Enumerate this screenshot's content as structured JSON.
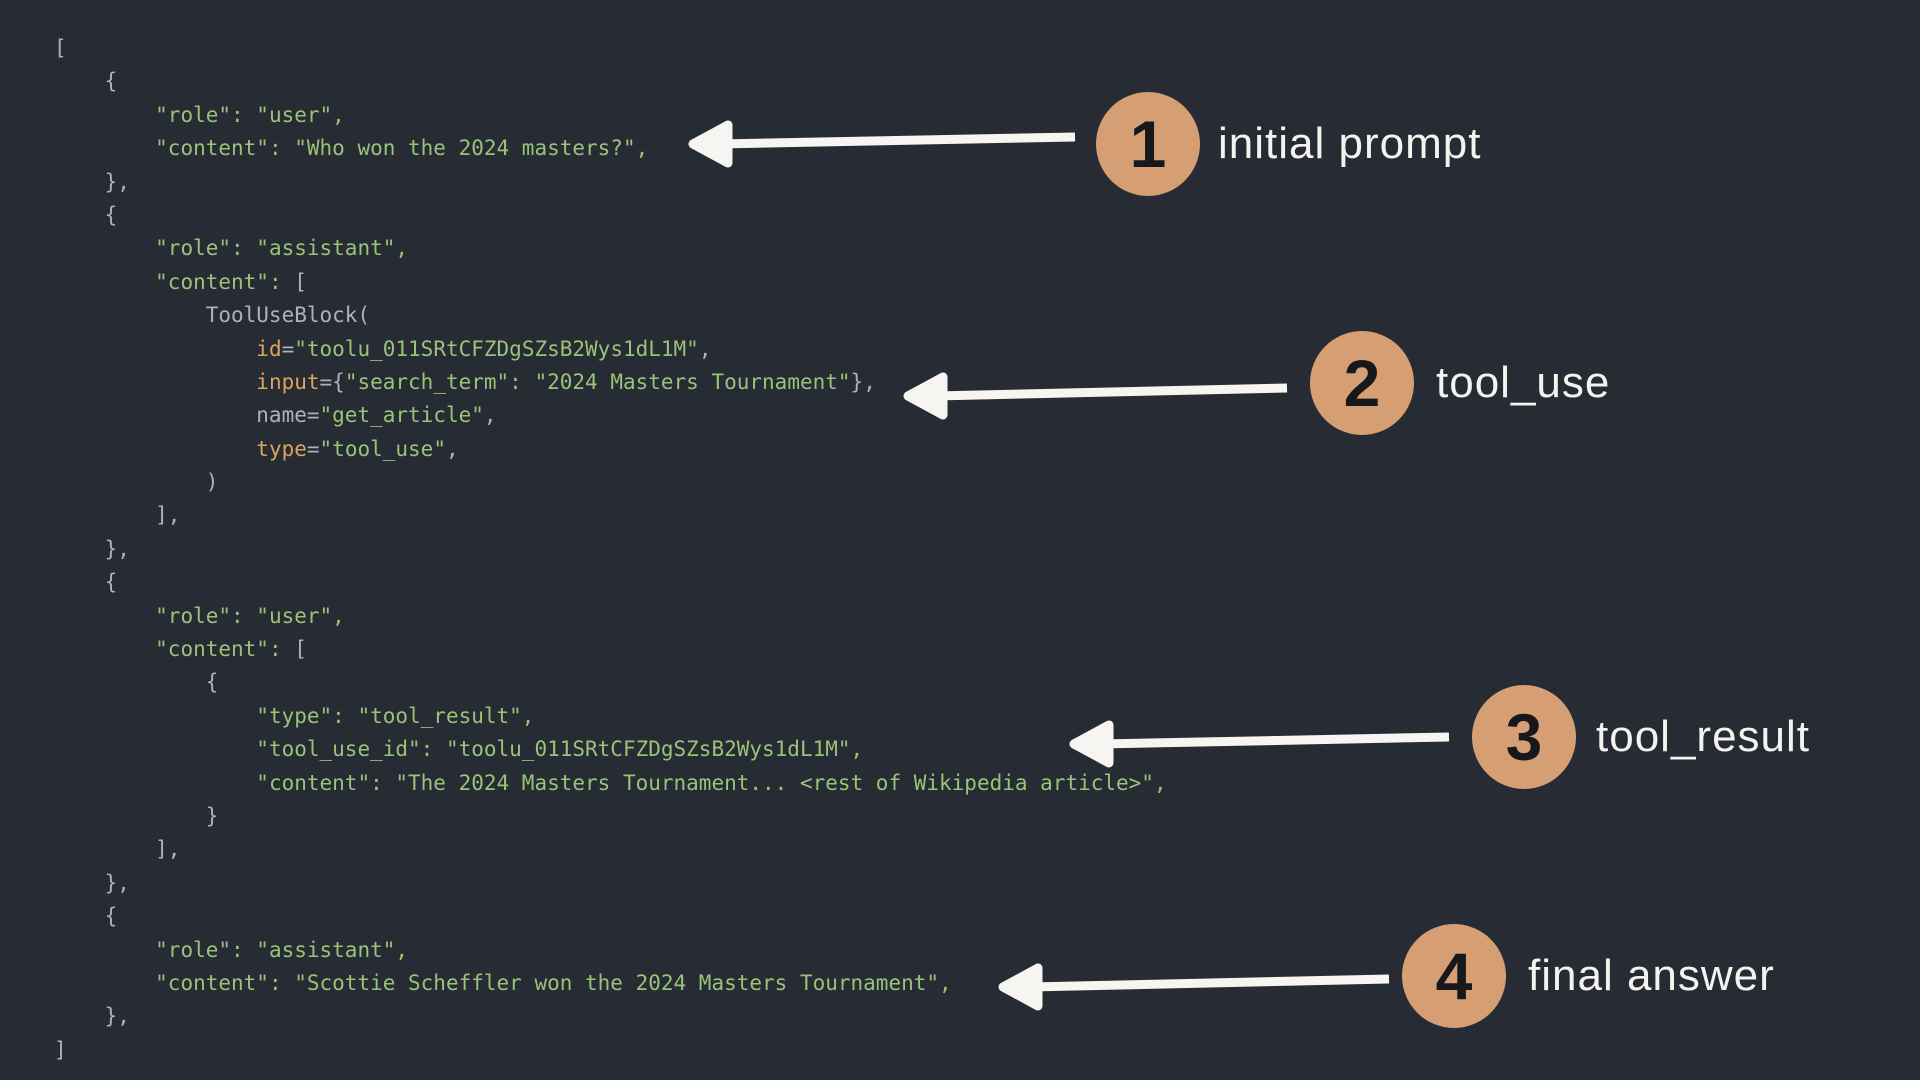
{
  "canvas": {
    "bg": "#272b33"
  },
  "code": {
    "colors": {
      "default": "#abb2bf",
      "string": "#98c379",
      "builtin": "#dba45e"
    },
    "lines": [
      [
        [
          "p",
          "["
        ]
      ],
      [
        [
          "p",
          "    {"
        ]
      ],
      [
        [
          "p",
          "        "
        ],
        [
          "s",
          "\"role\": \"user\","
        ]
      ],
      [
        [
          "p",
          "        "
        ],
        [
          "s",
          "\"content\": \"Who won the 2024 masters?\","
        ]
      ],
      [
        [
          "p",
          "    },"
        ]
      ],
      [
        [
          "p",
          "    {"
        ]
      ],
      [
        [
          "p",
          "        "
        ],
        [
          "s",
          "\"role\": \"assistant\","
        ]
      ],
      [
        [
          "p",
          "        "
        ],
        [
          "s",
          "\"content\": "
        ],
        [
          "p",
          "["
        ]
      ],
      [
        [
          "p",
          "            ToolUseBlock("
        ]
      ],
      [
        [
          "p",
          "                "
        ],
        [
          "b",
          "id"
        ],
        [
          "p",
          "="
        ],
        [
          "s",
          "\"toolu_011SRtCFZDgSZsB2Wys1dL1M\""
        ],
        [
          "p",
          ","
        ]
      ],
      [
        [
          "p",
          "                "
        ],
        [
          "b",
          "input"
        ],
        [
          "p",
          "={"
        ],
        [
          "s",
          "\"search_term\": \"2024 Masters Tournament\""
        ],
        [
          "p",
          "},"
        ]
      ],
      [
        [
          "p",
          "                name="
        ],
        [
          "s",
          "\"get_article\""
        ],
        [
          "p",
          ","
        ]
      ],
      [
        [
          "p",
          "                "
        ],
        [
          "b",
          "type"
        ],
        [
          "p",
          "="
        ],
        [
          "s",
          "\"tool_use\""
        ],
        [
          "p",
          ","
        ]
      ],
      [
        [
          "p",
          "            )"
        ]
      ],
      [
        [
          "p",
          "        ],"
        ]
      ],
      [
        [
          "p",
          "    },"
        ]
      ],
      [
        [
          "p",
          "    {"
        ]
      ],
      [
        [
          "p",
          "        "
        ],
        [
          "s",
          "\"role\": \"user\","
        ]
      ],
      [
        [
          "p",
          "        "
        ],
        [
          "s",
          "\"content\": "
        ],
        [
          "p",
          "["
        ]
      ],
      [
        [
          "p",
          "            {"
        ]
      ],
      [
        [
          "p",
          "                "
        ],
        [
          "s",
          "\"type\": \"tool_result\","
        ]
      ],
      [
        [
          "p",
          "                "
        ],
        [
          "s",
          "\"tool_use_id\": \"toolu_011SRtCFZDgSZsB2Wys1dL1M\","
        ]
      ],
      [
        [
          "p",
          "                "
        ],
        [
          "s",
          "\"content\": \"The 2024 Masters Tournament... <rest of Wikipedia article>\","
        ]
      ],
      [
        [
          "p",
          "            }"
        ]
      ],
      [
        [
          "p",
          "        ],"
        ]
      ],
      [
        [
          "p",
          "    },"
        ]
      ],
      [
        [
          "p",
          "    {"
        ]
      ],
      [
        [
          "p",
          "        "
        ],
        [
          "s",
          "\"role\": \"assistant\","
        ]
      ],
      [
        [
          "p",
          "        "
        ],
        [
          "s",
          "\"content\": \"Scottie Scheffler won the 2024 Masters Tournament\","
        ]
      ],
      [
        [
          "p",
          "    },"
        ]
      ],
      [
        [
          "p",
          "]"
        ]
      ]
    ]
  },
  "annotations": [
    {
      "number": "1",
      "label": "initial prompt"
    },
    {
      "number": "2",
      "label": "tool_use"
    },
    {
      "number": "3",
      "label": "tool_result"
    },
    {
      "number": "4",
      "label": "final answer"
    }
  ],
  "annotation_style": {
    "circle_color": "#d69f73",
    "number_color": "#17181b",
    "label_color": "#f4f3ef",
    "arrow_color": "#f6f5f2"
  }
}
